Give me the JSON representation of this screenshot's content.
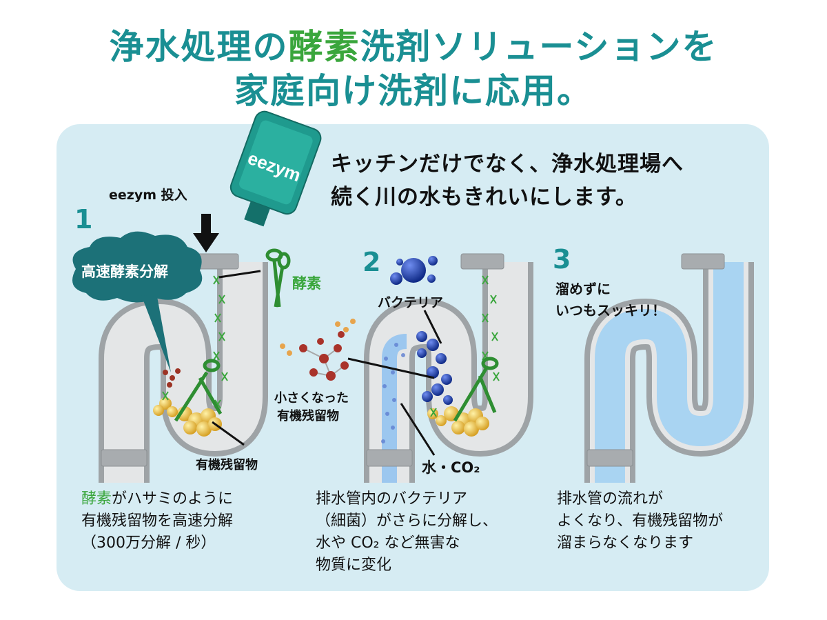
{
  "title": {
    "line1_a": "浄水処理の",
    "line1_accent": "酵素",
    "line1_b": "洗剤ソリューションを",
    "line2": "家庭向け洗剤に応用。"
  },
  "headline": {
    "line1": "キッチンだけでなく、浄水処理場へ",
    "line2": "続く川の水もきれいにします。"
  },
  "bottle": {
    "brand": "eezym"
  },
  "step1": {
    "number": "1",
    "pour_label": "eezym 投入",
    "cloud_label": "高速酵素分解",
    "enzyme_label": "酵素",
    "residue_label": "有機残留物",
    "desc_accent": "酵素",
    "desc_line1_rest": "がハサミのように",
    "desc_line2": "有機残留物を高速分解",
    "desc_line3": "（300万分解 / 秒）"
  },
  "step2": {
    "number": "2",
    "bacteria_label": "バクテリア",
    "small_label_1": "小さくなった",
    "small_label_2": "有機残留物",
    "water_label": "水・CO₂",
    "desc_line1": "排水管内のバクテリア",
    "desc_line2": "（細菌）がさらに分解し、",
    "desc_line3": "水や CO₂ など無害な",
    "desc_line4": "物質に変化"
  },
  "step3": {
    "number": "3",
    "label_1": "溜めずに",
    "label_2": "いつもスッキリ！",
    "desc_line1": "排水管の流れが",
    "desc_line2": "よくなり、有機残留物が",
    "desc_line3": "溜まらなくなります"
  },
  "colors": {
    "title": "#1a8f93",
    "accent_green": "#3aa63c",
    "panel": "#d6ecf3",
    "pipe": "#c9ccce",
    "water": "#a9d4f2",
    "bacteria": "#1d3a9e",
    "residue": "#e0b233"
  },
  "icons": [
    "scissors-icon",
    "arrow-down-icon",
    "bacteria-icon",
    "molecule-icon",
    "cloud-icon",
    "bottle-icon"
  ]
}
